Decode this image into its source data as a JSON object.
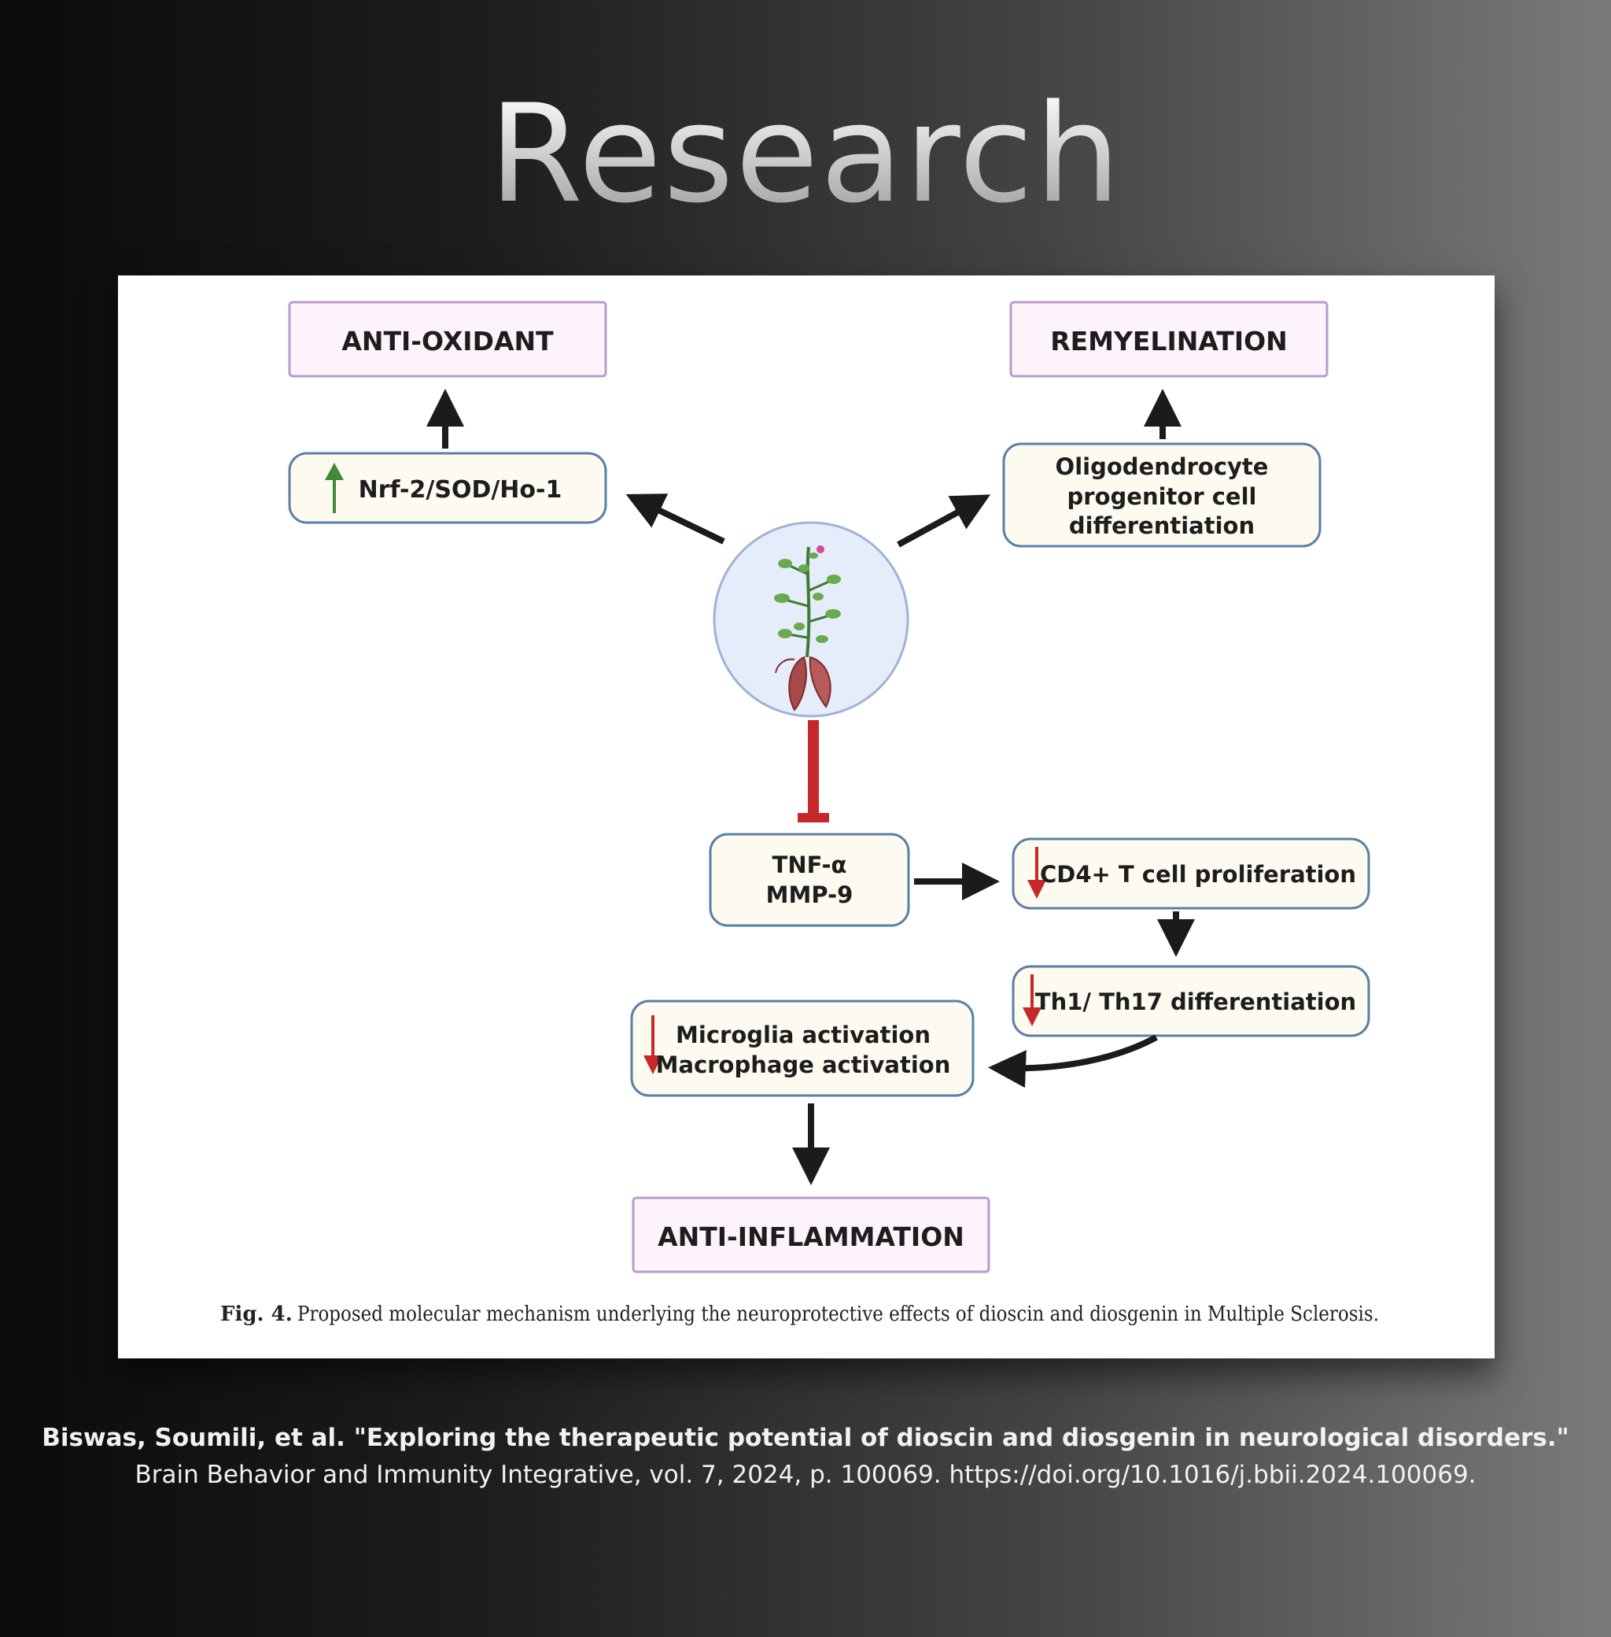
{
  "heading": "Research",
  "figure": {
    "nodes": {
      "antioxidant": "ANTI-OXIDANT",
      "remyelination": "REMYELINATION",
      "nrf2": "Nrf-2/SOD/Ho-1",
      "opc_line1": "Oligodendrocyte",
      "opc_line2": "progenitor cell",
      "opc_line3": "differentiation",
      "tnf_line1": "TNF-α",
      "tnf_line2": "MMP-9",
      "cd4": "CD4+ T cell proliferation",
      "th": "Th1/ Th17 differentiation",
      "microglia_line1": "Microglia activation",
      "microglia_line2": "Macrophage activation",
      "antiinflammation": "ANTI-INFLAMMATION"
    },
    "caption_label": "Fig. 4.",
    "caption_text": "Proposed molecular mechanism underlying the neuroprotective effects of dioscin and diosgenin in Multiple Sclerosis.",
    "colors": {
      "outcome_fill": "#fdf3fb",
      "outcome_stroke": "#b89cc9",
      "process_fill": "#fdfaf0",
      "process_stroke": "#5b7fa6",
      "arrow": "#1b1b1b",
      "inhibit": "#c62828",
      "up_arrow": "#3f8a3a",
      "down_arrow": "#c62828",
      "circle_fill": "#e6edfa",
      "circle_stroke": "#9fb2d8"
    },
    "icons": {
      "center": "plant-tuber-icon",
      "up": "up-arrow-icon",
      "down": "down-arrow-icon"
    }
  },
  "citation": {
    "line1": "Biswas, Soumili, et al. \"Exploring the therapeutic potential of dioscin and diosgenin in neurological disorders.\"",
    "line2": "Brain Behavior and Immunity Integrative, vol. 7, 2024, p. 100069. https://doi.org/10.1016/j.bbii.2024.100069."
  }
}
